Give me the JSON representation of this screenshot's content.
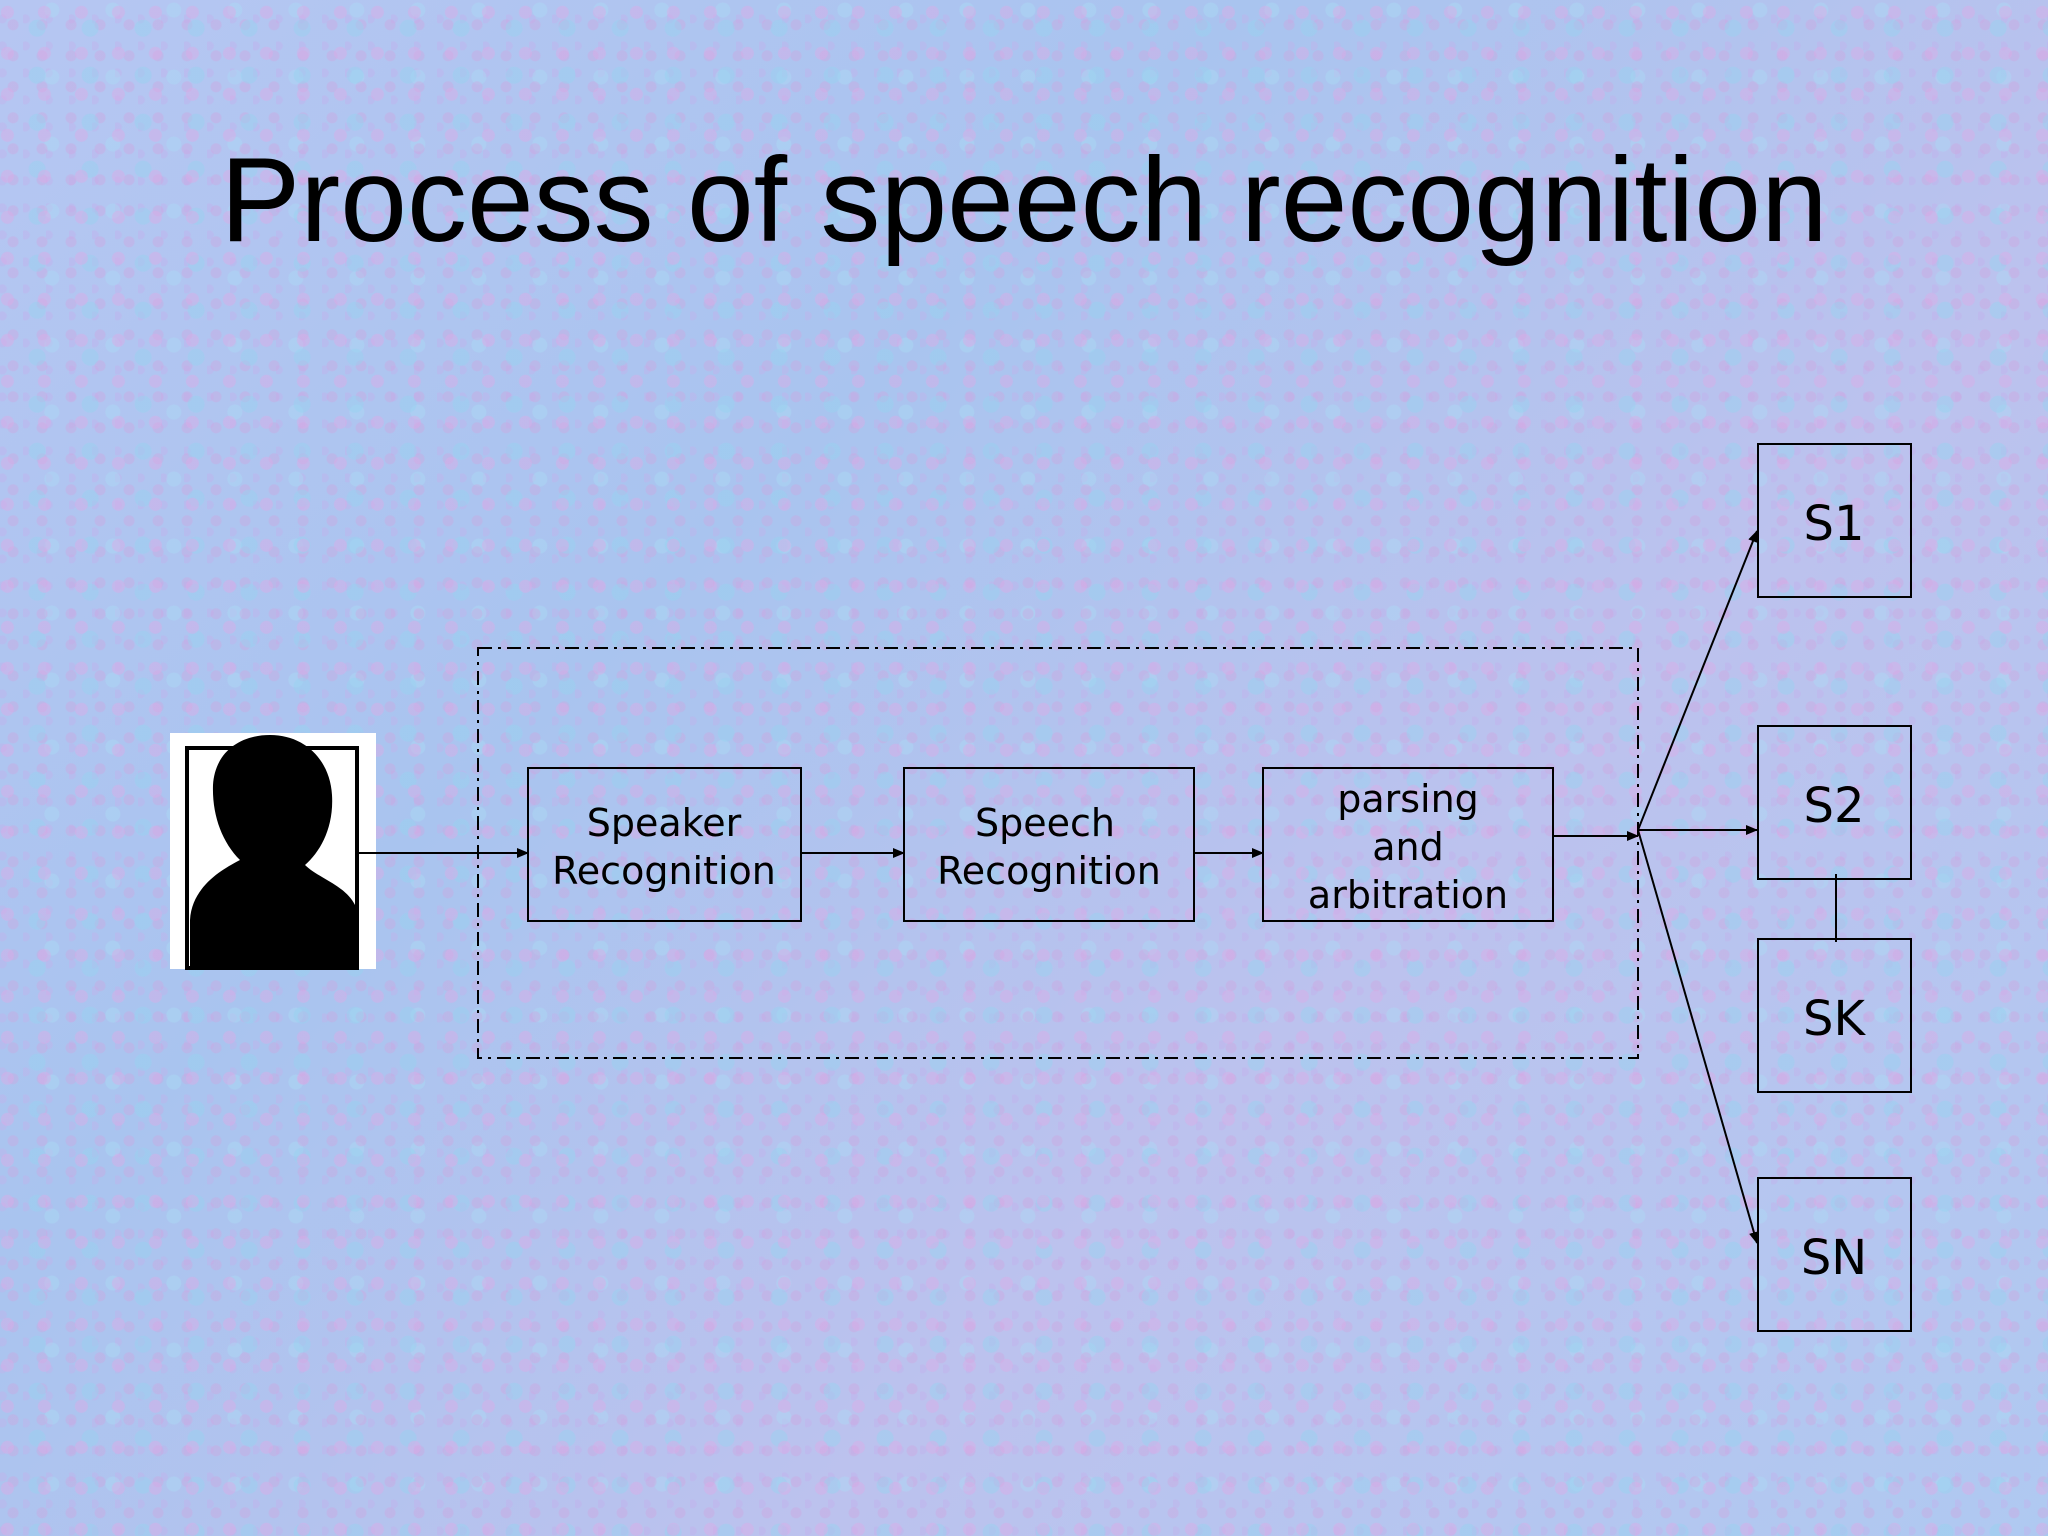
{
  "title": "Process of speech recognition",
  "nodes": {
    "speaker_recognition": [
      "Speaker",
      "Recognition"
    ],
    "speech_recognition": [
      "Speech",
      "Recognition"
    ],
    "parsing": [
      "parsing",
      "and",
      "arbitration"
    ],
    "s1": "S1",
    "s2": "S2",
    "sk": "SK",
    "sn": "SN"
  },
  "icons": {
    "speaker": "person-silhouette-icon"
  },
  "colors": {
    "background": "#b3c8f0",
    "stroke": "#000000"
  }
}
